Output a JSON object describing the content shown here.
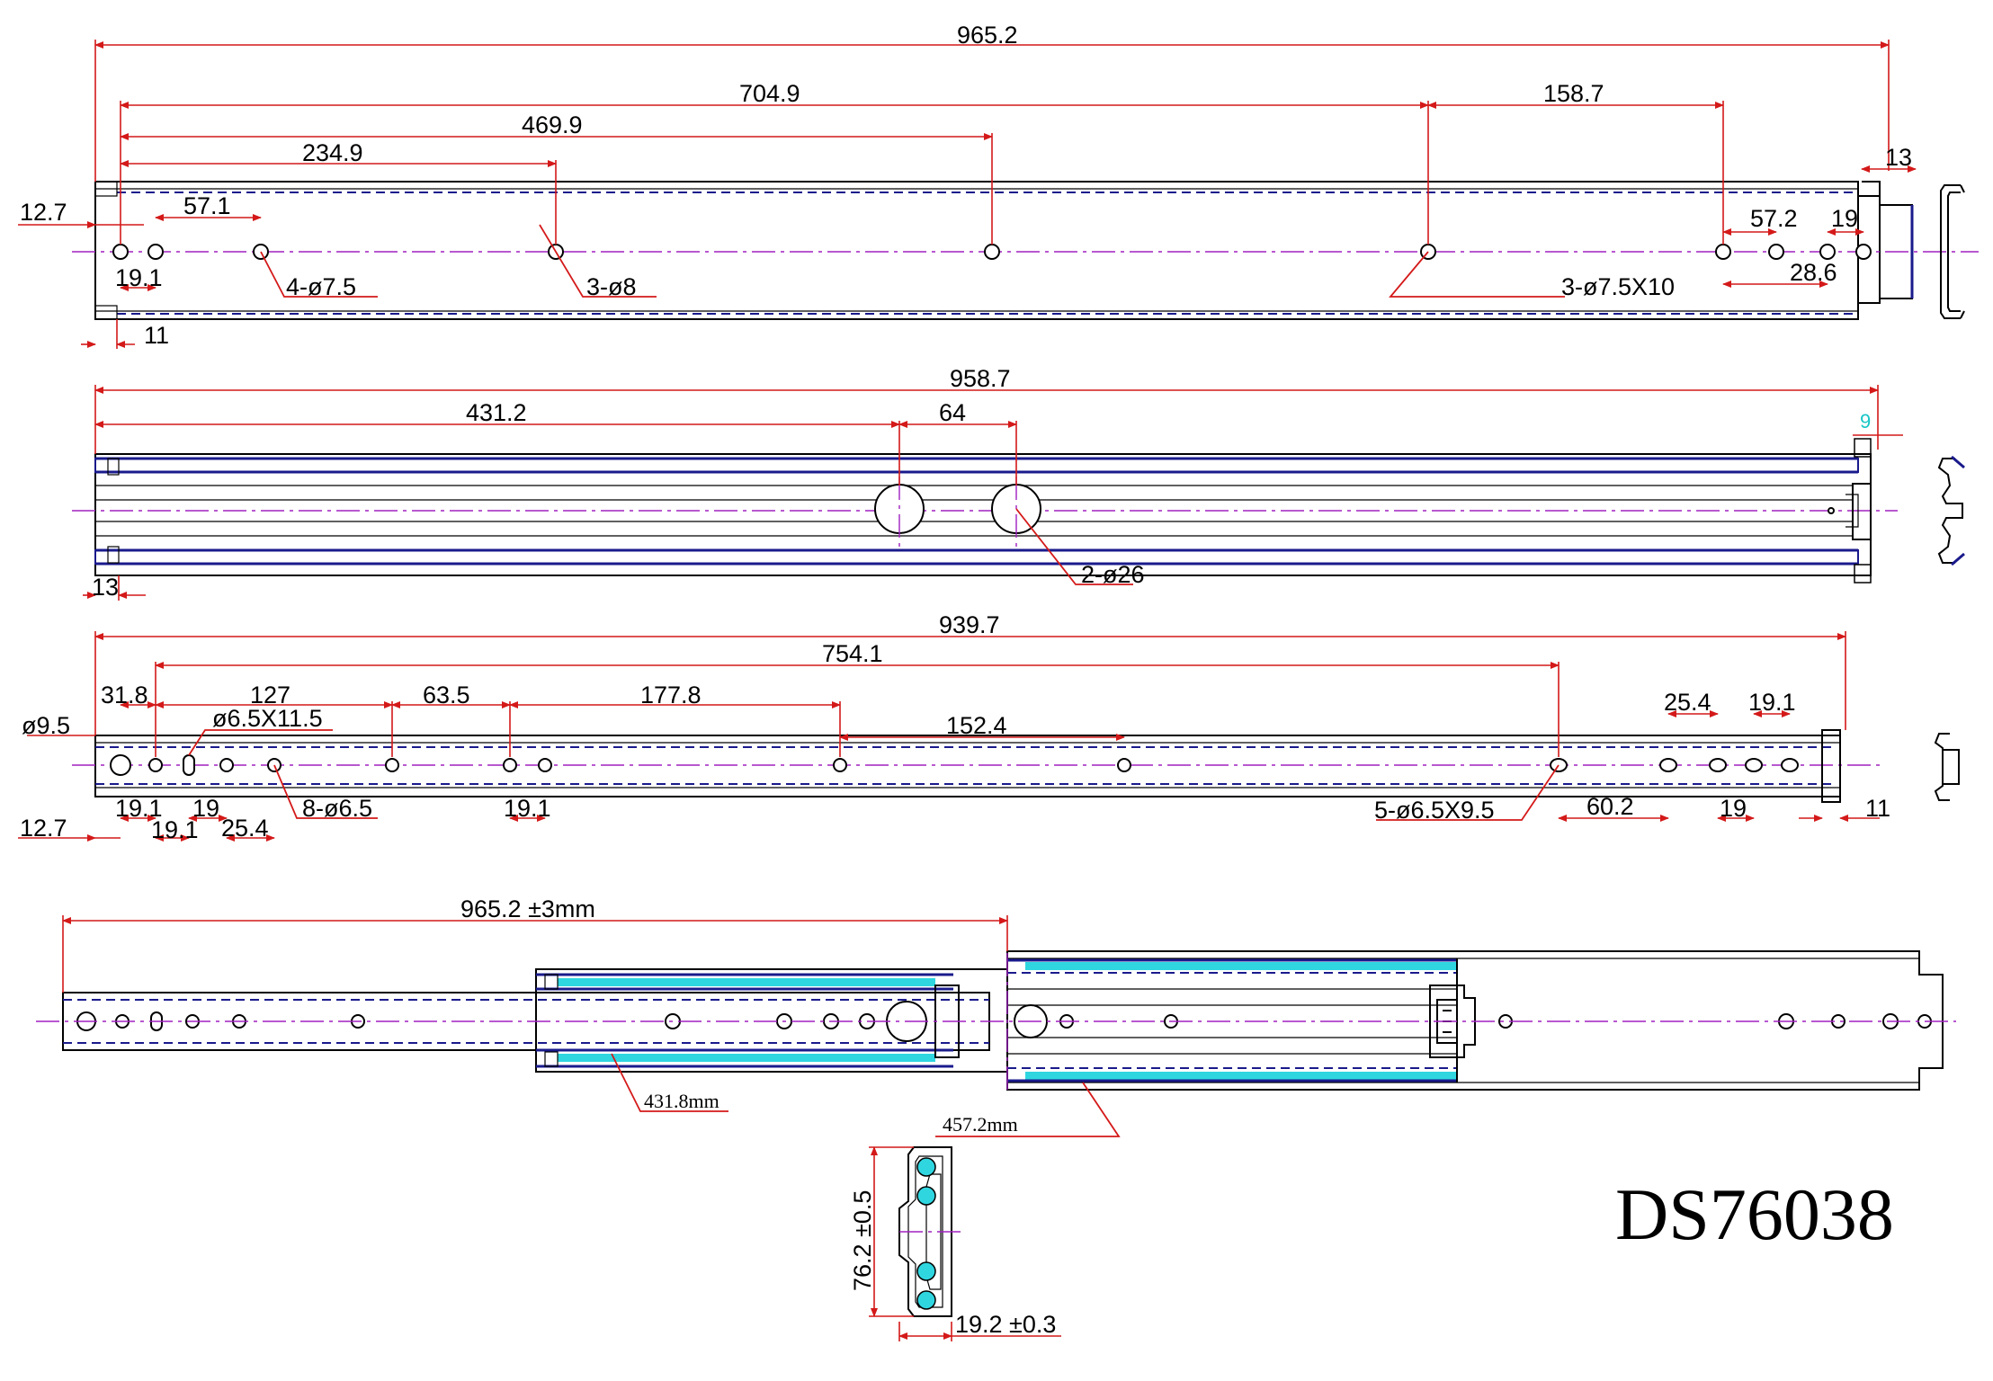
{
  "view1": {
    "dims": {
      "overall": "965.2",
      "d704": "704.9",
      "d158": "158.7",
      "d469": "469.9",
      "d234": "234.9",
      "d13": "13",
      "d12_7": "12.7",
      "d57_1": "57.1",
      "d19_1": "19.1",
      "d11": "11",
      "d57_2": "57.2",
      "d19": "19",
      "d28_6": "28.6"
    },
    "callouts": {
      "holes_4": "4-ø7.5",
      "holes_3": "3-ø8",
      "slots_3": "3-ø7.5X10"
    }
  },
  "view2": {
    "dims": {
      "overall": "958.7",
      "d431": "431.2",
      "d64": "64",
      "d13": "13",
      "d9": "9"
    },
    "callouts": {
      "holes_2": "2-ø26"
    }
  },
  "view3": {
    "dims": {
      "overall": "939.7",
      "d754": "754.1",
      "d31_8": "31.8",
      "d127": "127",
      "d63_5": "63.5",
      "d177_8": "177.8",
      "d152_4": "152.4",
      "d25_4r": "25.4",
      "d19_1r": "19.1",
      "d9_5": "ø9.5",
      "d6_5x11_5": "ø6.5X11.5",
      "d12_7": "12.7",
      "d19_1a": "19.1",
      "d19_1b": "19.1",
      "d19": "19",
      "d25_4": "25.4",
      "d19_1c": "19.1",
      "d60_2": "60.2",
      "d19r": "19",
      "d11": "11"
    },
    "callouts": {
      "holes_8": "8-ø6.5",
      "slots_5": "5-ø6.5X9.5"
    }
  },
  "view4": {
    "dims": {
      "extension": "965.2 ±3mm",
      "inner": "431.8mm",
      "outer": "457.2mm"
    }
  },
  "section": {
    "height": "76.2 ±0.5",
    "width": "19.2 ±0.3"
  },
  "model": "DS76038",
  "colors": {
    "dimension": "#d41919",
    "outline": "#000000",
    "rail_channel": "#1a1a8c",
    "ball_retainer": "#2fd6e0",
    "centerline": "#a020c0"
  }
}
